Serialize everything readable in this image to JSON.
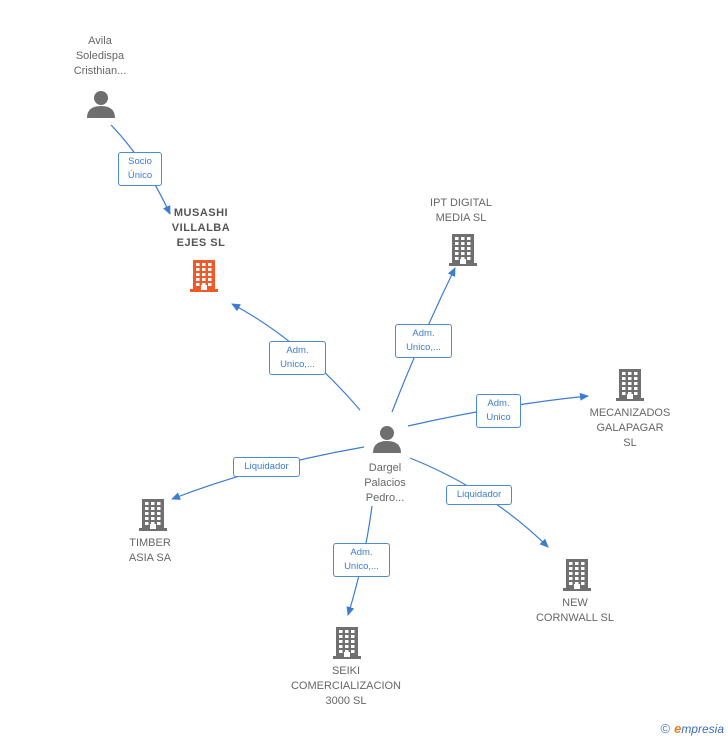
{
  "nodes": {
    "avila": {
      "label": "Avila\nSoledispa\nCristhian..."
    },
    "musashi": {
      "label": "MUSASHI\nVILLALBA\nEJES  SL"
    },
    "ipt": {
      "label": "IPT DIGITAL\nMEDIA  SL"
    },
    "mecanizados": {
      "label": "MECANIZADOS\nGALAPAGAR\nSL"
    },
    "dargel": {
      "label": "Dargel\nPalacios\nPedro..."
    },
    "timber": {
      "label": "TIMBER\nASIA SA"
    },
    "newcornwall": {
      "label": "NEW\nCORNWALL SL"
    },
    "seiki": {
      "label": "SEIKI\nCOMERCIALIZACION\n3000  SL"
    }
  },
  "edges": {
    "avila_musashi": {
      "label": "Socio\nÚnico"
    },
    "dargel_musashi": {
      "label": "Adm.\nUnico,..."
    },
    "dargel_ipt": {
      "label": "Adm.\nUnico,..."
    },
    "dargel_mecanizados": {
      "label": "Adm.\nUnico"
    },
    "dargel_timber": {
      "label": "Liquidador"
    },
    "dargel_newcornwall": {
      "label": "Liquidador"
    },
    "dargel_seiki": {
      "label": "Adm.\nUnico,..."
    }
  },
  "colors": {
    "edge": "#3d7dcf",
    "building": "#6f6f6f",
    "highlight": "#f05a28",
    "person": "#6f6f6f"
  },
  "footer": {
    "copyright": "©",
    "brand_initial": "e",
    "brand_rest": "mpresia"
  }
}
